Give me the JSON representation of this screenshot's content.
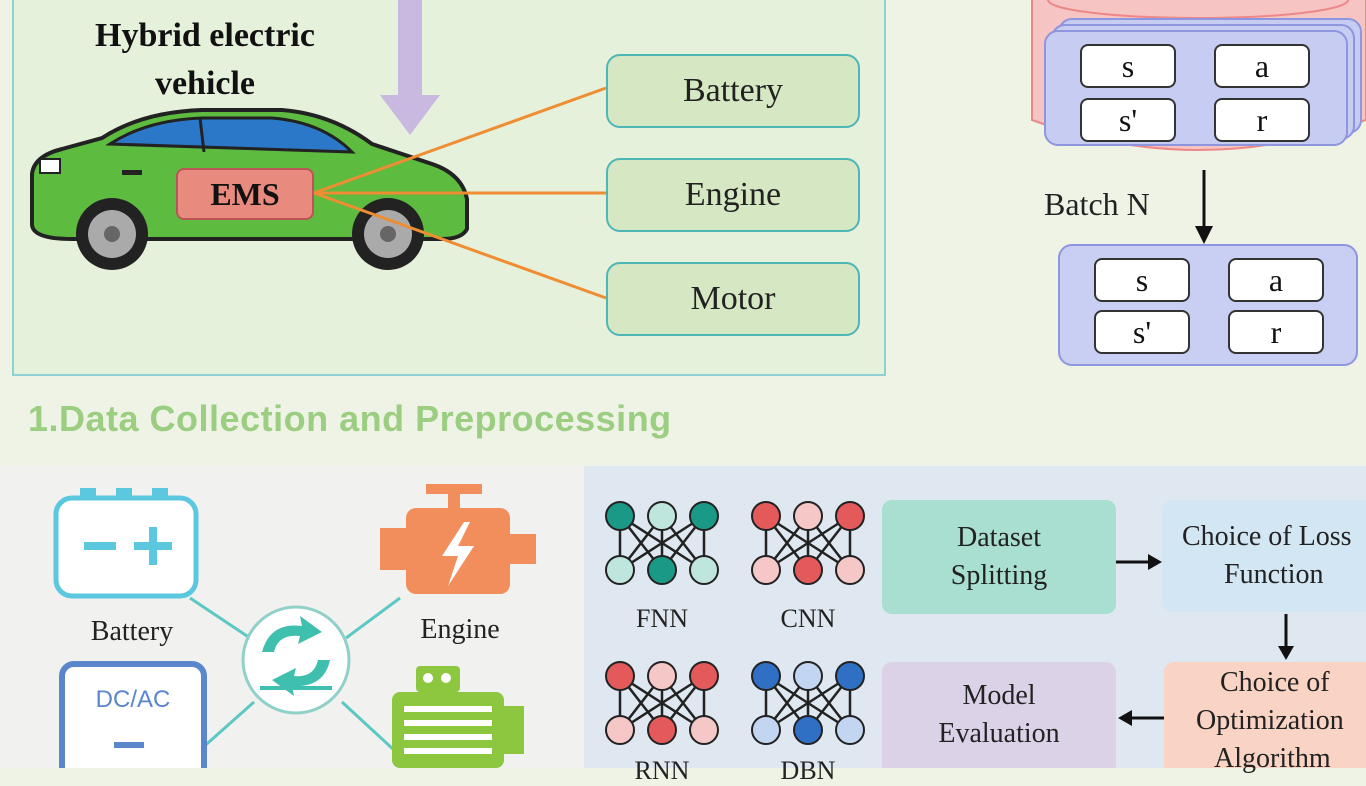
{
  "top_panel": {
    "title_line1": "Hybrid electric",
    "title_line2": "vehicle",
    "ems_label": "EMS",
    "components": [
      "Battery",
      "Engine",
      "Motor"
    ]
  },
  "replay": {
    "memory_cells": [
      "s",
      "a",
      "s'",
      "r"
    ],
    "batch_label": "Batch N",
    "batch_cells": [
      "s",
      "a",
      "s'",
      "r"
    ]
  },
  "section_title": "1.Data Collection and Preprocessing",
  "bottom_left": {
    "battery_label": "Battery",
    "engine_label": "Engine",
    "converter_label": "DC/AC"
  },
  "networks": [
    {
      "label": "FNN",
      "color": "#1a9a86"
    },
    {
      "label": "CNN",
      "color": "#e45a5a"
    },
    {
      "label": "RNN",
      "color": "#e45a5a"
    },
    {
      "label": "DBN",
      "color": "#2f6fc4"
    }
  ],
  "flow": {
    "dataset_splitting": [
      "Dataset",
      "Splitting"
    ],
    "loss_function": [
      "Choice of Loss",
      "Function"
    ],
    "optimization": [
      "Choice of",
      "Optimization",
      "Algorithm"
    ],
    "model_evaluation": [
      "Model",
      "Evaluation"
    ]
  },
  "colors": {
    "car_body": "#5dbb3f",
    "ems": "#e98a7e",
    "component_fill": "#d6e8c3",
    "section_title": "#9bce80"
  }
}
